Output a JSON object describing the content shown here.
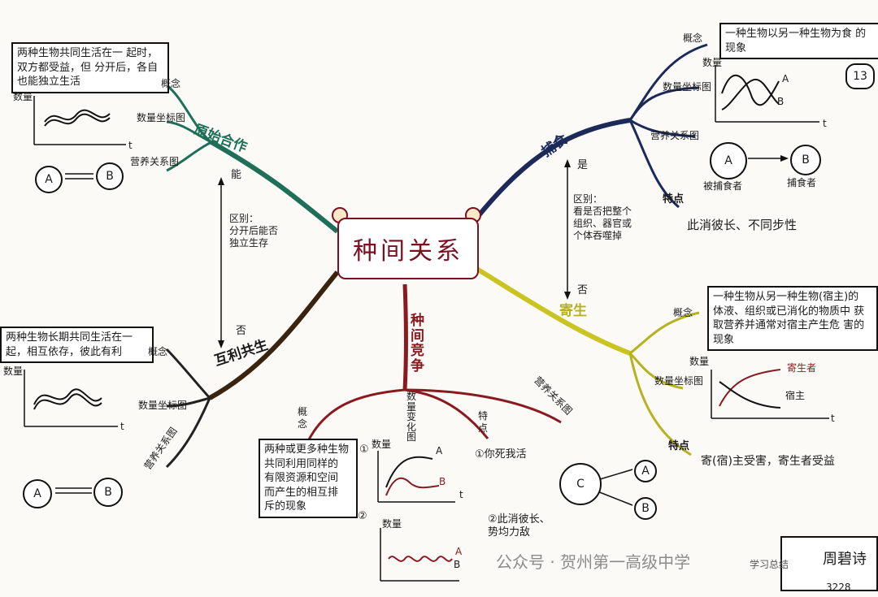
{
  "center": {
    "title": "种间关系"
  },
  "branches": {
    "yuanshi": {
      "title": "原始合作",
      "gainian": "概念",
      "shuliang": "数量坐标图",
      "yingyang": "营养关系图",
      "definition": "两种生物共同生活在一\n起时，双方都受益，但\n分开后，各自也能独立生活"
    },
    "hulI": {
      "title": "互利共生",
      "gainian": "概念",
      "shuliang": "数量坐标图",
      "yingyang": "营养关系图",
      "definition": "两种生物长期共同生活在一\n起，相互依存，彼此有利"
    },
    "bushi": {
      "title": "捕食",
      "gainian": "概念",
      "shuliang": "数量坐标图",
      "yingyang": "营养关系图",
      "tedian": "特点",
      "definition": "一种生物以另一种生物为食\n的现象",
      "trait": "此消彼长、不同步性",
      "badge": "13",
      "node_a_caption": "被捕食者",
      "node_b_caption": "捕食者"
    },
    "jisheng": {
      "title": "寄生",
      "gainian": "概念",
      "shuliang": "数量坐标图",
      "tedian": "特点",
      "definition": "一种生物从另一种生物(宿主)的\n体液、组织或已消化的物质中\n获取营养并通常对宿主产生危\n害的现象",
      "host_label": "寄生者",
      "guest_label": "宿主",
      "trait": "寄(宿)主受害，寄生者受益"
    },
    "jingzheng": {
      "title": "种间竞争",
      "gainian": "概念",
      "shuliang": "数量变化图",
      "tedian": "特点",
      "yingyang": "营养关系图",
      "definition": "两种或更多种生物\n共同利用同样的\n有限资源和空间\n而产生的相互排\n斥的现象",
      "note1": "①你死我活",
      "note2": "②此消彼长、\n势均力敌",
      "num1": "①",
      "num2": "②",
      "node_c": "C"
    }
  },
  "axis": {
    "y": "数量",
    "x": "t"
  },
  "nodes": {
    "a": "A",
    "b": "B"
  },
  "links": {
    "neng": "能",
    "shi": "是",
    "fou1": "否",
    "fou2": "否",
    "qubie1": "区别：\n分开后能否\n独立生存",
    "qubie2": "区别：\n看是否把整个\n组织、器官或\n个体吞噬掉"
  },
  "footer": {
    "author": "周碧诗",
    "number": "3228",
    "sub": "学习总结"
  },
  "watermark": "公众号 · 贺州第一高级中学",
  "colors": {
    "green": "#1f6e58",
    "navy": "#1c2a5a",
    "olive": "#b7b21f",
    "brown": "#3a2410",
    "red": "#8a1a1f",
    "yellow": "#c9c420"
  }
}
